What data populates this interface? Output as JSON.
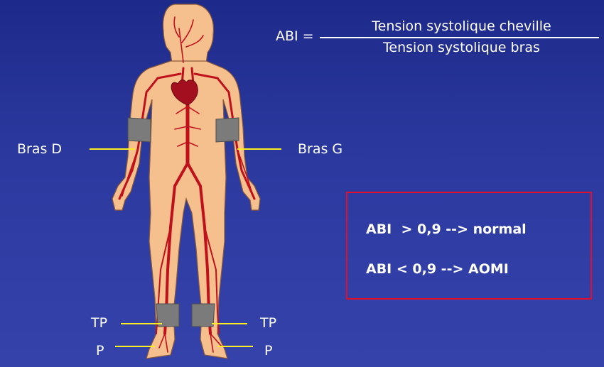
{
  "formula": {
    "lhs": "ABI =",
    "numerator": "Tension systolique cheville",
    "denominator": "Tension systolique bras"
  },
  "labels": {
    "bras_d": "Bras D",
    "bras_g": "Bras G",
    "tp_left": "TP",
    "tp_right": "TP",
    "p_left": "P",
    "p_right": "P"
  },
  "rules": {
    "normal": "ABI  > 0,9 --> normal",
    "aomi": "ABI < 0,9 --> AOMI"
  },
  "colors": {
    "background": "#2c3aa0",
    "skin": "#f6bf8e",
    "artery": "#c0101c",
    "heart": "#a30f1e",
    "cuff": "#7b7b7b",
    "pointer_line": "#ffee22",
    "box_border": "#e0102a"
  }
}
